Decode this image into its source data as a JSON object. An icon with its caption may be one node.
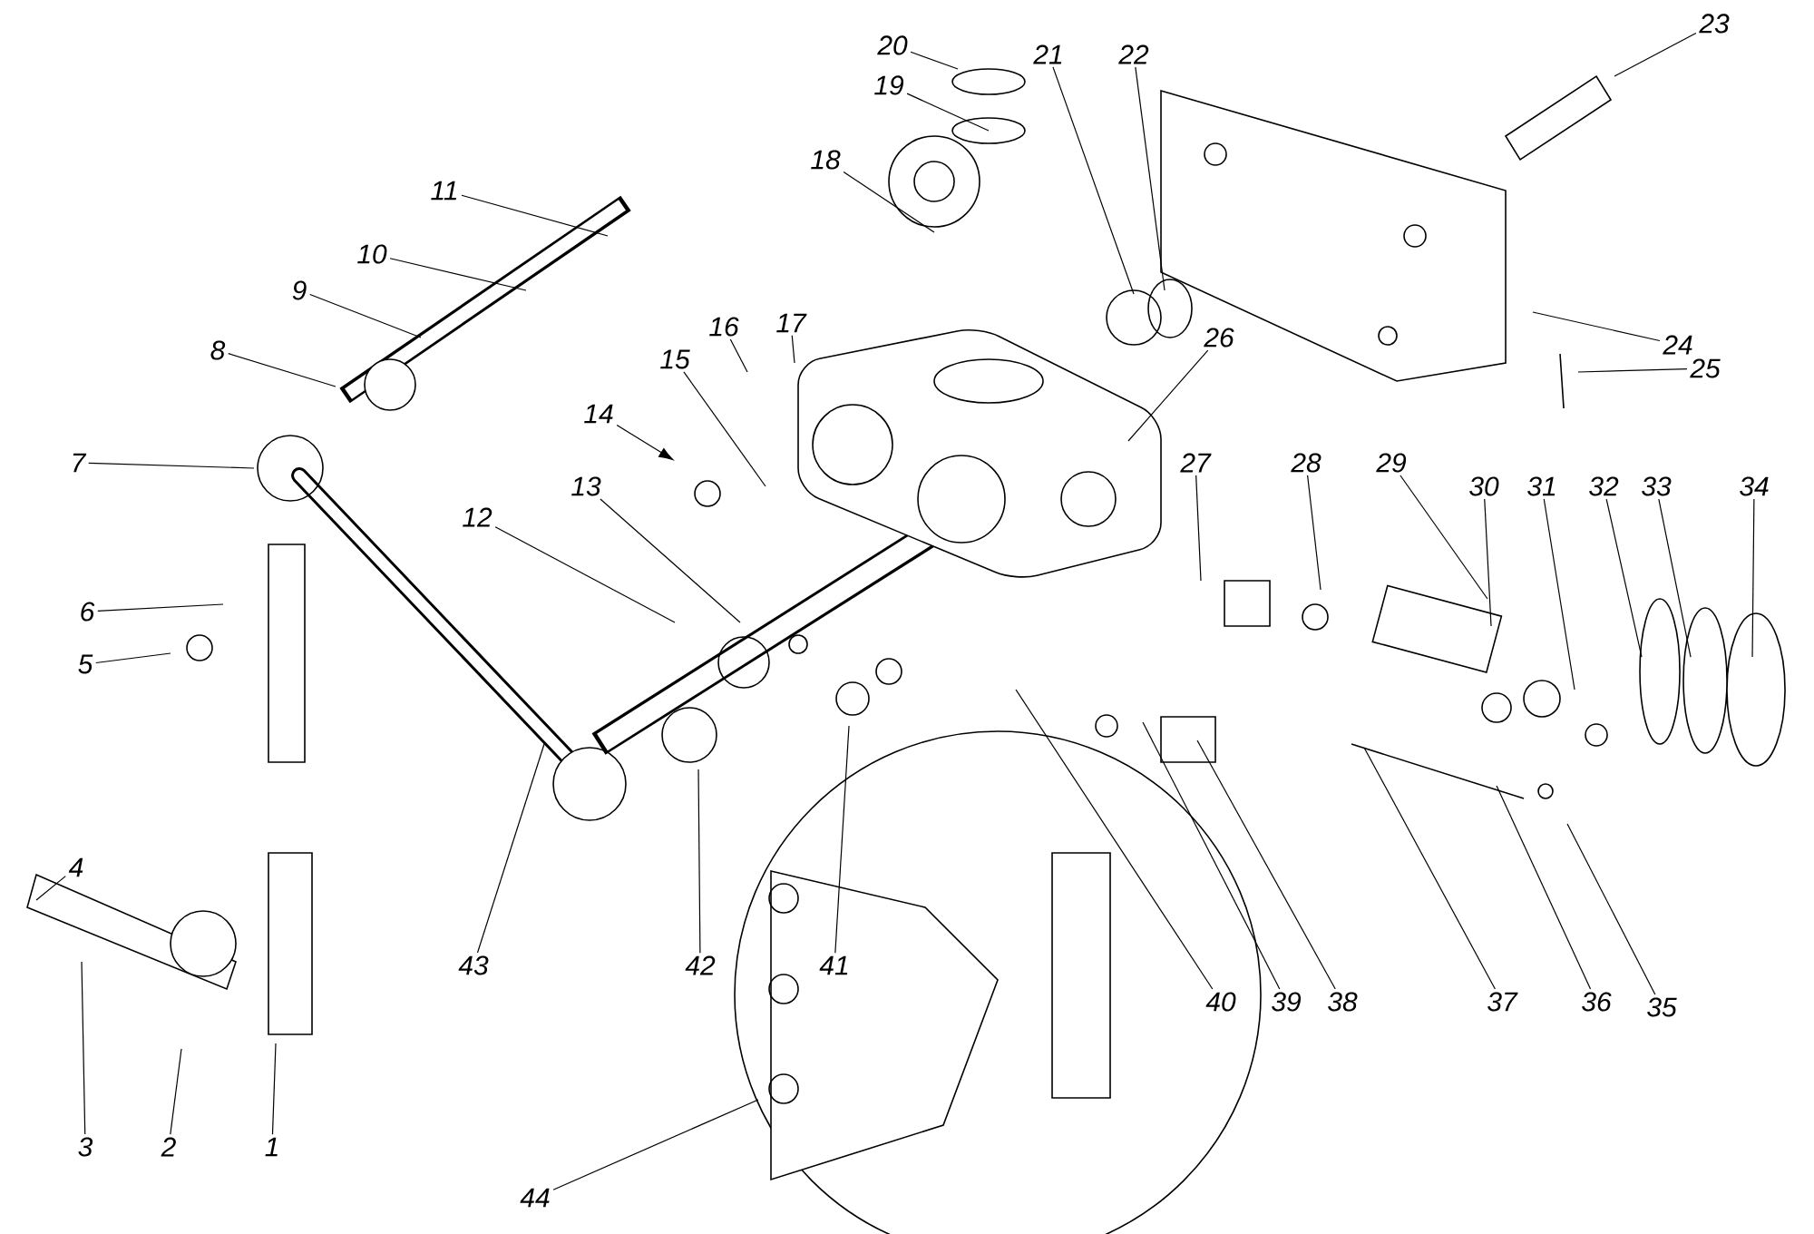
{
  "diagram": {
    "nodes": [
      {
        "text": [
          "1"
        ]
      },
      {
        "text": [
          "2"
        ]
      },
      {
        "text": [
          "3"
        ]
      },
      {
        "text": [
          "4"
        ]
      },
      {
        "text": [
          "5"
        ]
      },
      {
        "text": [
          "6"
        ]
      },
      {
        "text": [
          "7"
        ]
      },
      {
        "text": [
          "8"
        ]
      },
      {
        "text": [
          "9"
        ]
      },
      {
        "text": [
          "10"
        ]
      },
      {
        "text": [
          "11"
        ]
      },
      {
        "text": [
          "12"
        ]
      },
      {
        "text": [
          "13"
        ]
      },
      {
        "text": [
          "14"
        ]
      },
      {
        "text": [
          "15"
        ]
      },
      {
        "text": [
          "16"
        ]
      },
      {
        "text": [
          "17"
        ]
      },
      {
        "text": [
          "18"
        ]
      },
      {
        "text": [
          "19"
        ]
      },
      {
        "text": [
          "20"
        ]
      },
      {
        "text": [
          "21"
        ]
      },
      {
        "text": [
          "22"
        ]
      },
      {
        "text": [
          "23"
        ]
      },
      {
        "text": [
          "24"
        ]
      },
      {
        "text": [
          "25"
        ]
      },
      {
        "text": [
          "26"
        ]
      },
      {
        "text": [
          "27"
        ]
      },
      {
        "text": [
          "28"
        ]
      },
      {
        "text": [
          "29"
        ]
      },
      {
        "text": [
          "30"
        ]
      },
      {
        "text": [
          "31"
        ]
      },
      {
        "text": [
          "32"
        ]
      },
      {
        "text": [
          "33"
        ]
      },
      {
        "text": [
          "34"
        ]
      },
      {
        "text": [
          "35"
        ]
      },
      {
        "text": [
          "36"
        ]
      },
      {
        "text": [
          "37"
        ]
      },
      {
        "text": [
          "38"
        ]
      },
      {
        "text": [
          "39"
        ]
      },
      {
        "text": [
          "40"
        ]
      },
      {
        "text": [
          "41"
        ]
      },
      {
        "text": [
          "42"
        ]
      },
      {
        "text": [
          "43"
        ]
      },
      {
        "text": [
          "44"
        ]
      }
    ],
    "edges": [
      {
        "from": 0,
        "to": null,
        "arrow": "none"
      },
      {
        "from": 1,
        "to": null,
        "arrow": "none"
      },
      {
        "from": 2,
        "to": null,
        "arrow": "none"
      },
      {
        "from": 3,
        "to": null,
        "arrow": "none"
      },
      {
        "from": 4,
        "to": null,
        "arrow": "none"
      },
      {
        "from": 5,
        "to": null,
        "arrow": "none"
      },
      {
        "from": 6,
        "to": null,
        "arrow": "none"
      },
      {
        "from": 7,
        "to": null,
        "arrow": "none"
      },
      {
        "from": 8,
        "to": null,
        "arrow": "none"
      },
      {
        "from": 9,
        "to": null,
        "arrow": "none"
      },
      {
        "from": 10,
        "to": null,
        "arrow": "none"
      },
      {
        "from": 11,
        "to": null,
        "arrow": "none"
      },
      {
        "from": 12,
        "to": null,
        "arrow": "none"
      },
      {
        "from": 13,
        "to": null,
        "arrow": "to"
      },
      {
        "from": 14,
        "to": null,
        "arrow": "none"
      },
      {
        "from": 15,
        "to": null,
        "arrow": "none"
      },
      {
        "from": 16,
        "to": null,
        "arrow": "none"
      },
      {
        "from": 17,
        "to": null,
        "arrow": "none"
      },
      {
        "from": 18,
        "to": null,
        "arrow": "none"
      },
      {
        "from": 19,
        "to": null,
        "arrow": "none"
      },
      {
        "from": 20,
        "to": null,
        "arrow": "none"
      },
      {
        "from": 21,
        "to": null,
        "arrow": "none"
      },
      {
        "from": 22,
        "to": null,
        "arrow": "none"
      },
      {
        "from": 23,
        "to": null,
        "arrow": "none"
      },
      {
        "from": 24,
        "to": null,
        "arrow": "none"
      },
      {
        "from": 25,
        "to": null,
        "arrow": "none"
      },
      {
        "from": 26,
        "to": null,
        "arrow": "none"
      },
      {
        "from": 27,
        "to": null,
        "arrow": "none"
      },
      {
        "from": 28,
        "to": null,
        "arrow": "none"
      },
      {
        "from": 29,
        "to": null,
        "arrow": "none"
      },
      {
        "from": 30,
        "to": null,
        "arrow": "none"
      },
      {
        "from": 31,
        "to": null,
        "arrow": "none"
      },
      {
        "from": 32,
        "to": null,
        "arrow": "none"
      },
      {
        "from": 33,
        "to": null,
        "arrow": "none"
      },
      {
        "from": 34,
        "to": null,
        "arrow": "none"
      },
      {
        "from": 35,
        "to": null,
        "arrow": "none"
      },
      {
        "from": 36,
        "to": null,
        "arrow": "none"
      },
      {
        "from": 37,
        "to": null,
        "arrow": "none"
      },
      {
        "from": 38,
        "to": null,
        "arrow": "none"
      },
      {
        "from": 39,
        "to": null,
        "arrow": "none"
      },
      {
        "from": 40,
        "to": null,
        "arrow": "none"
      },
      {
        "from": 41,
        "to": null,
        "arrow": "none"
      },
      {
        "from": 42,
        "to": null,
        "arrow": "none"
      },
      {
        "from": 43,
        "to": null,
        "arrow": "none"
      }
    ]
  }
}
